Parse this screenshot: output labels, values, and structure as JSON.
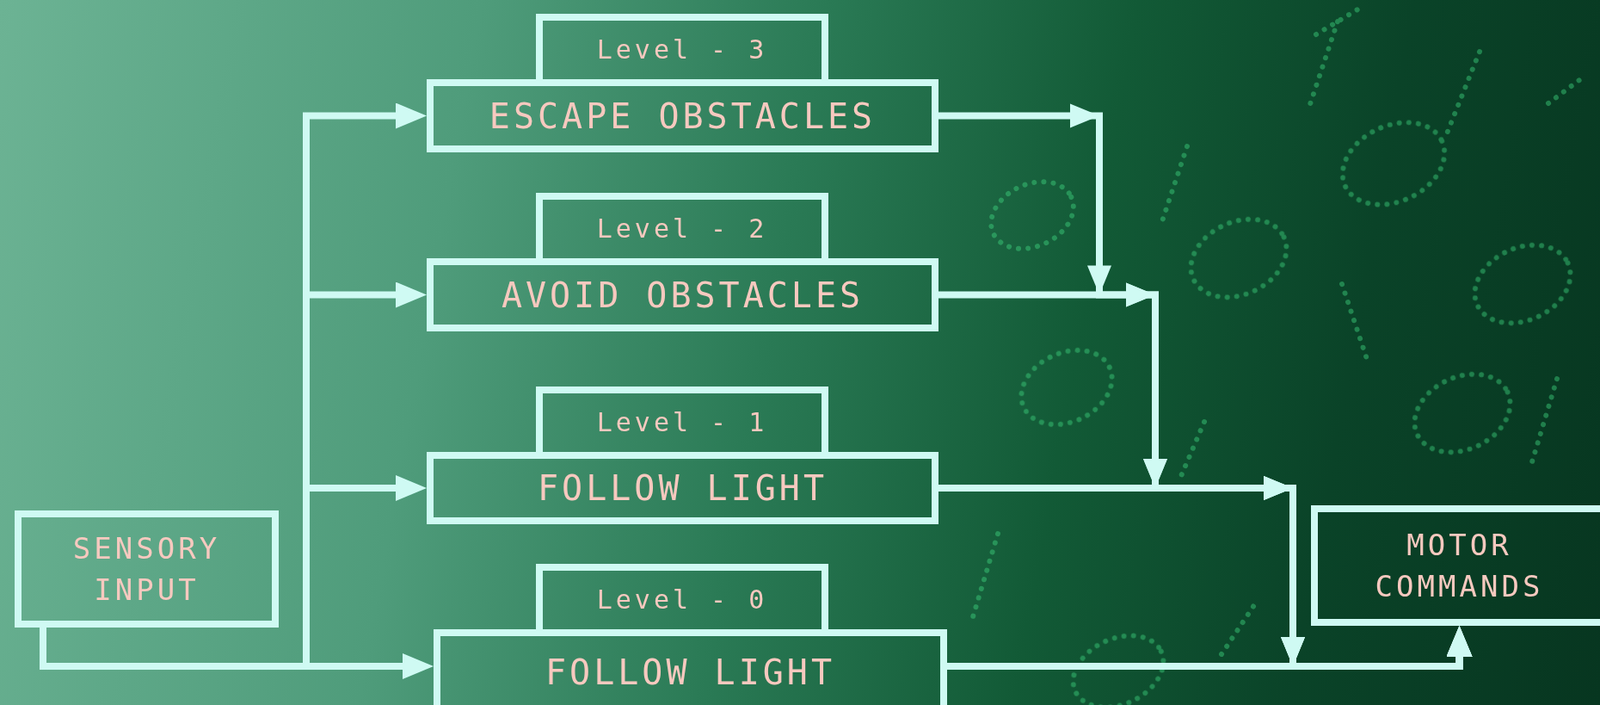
{
  "diagram": {
    "nodes": [
      {
        "text": [
          "SENSORY INPUT"
        ]
      },
      {
        "text": [
          "Level - 3"
        ]
      },
      {
        "text": [
          "ESCAPE OBSTACLES"
        ]
      },
      {
        "text": [
          "Level - 2"
        ]
      },
      {
        "text": [
          "AVOID OBSTACLES"
        ]
      },
      {
        "text": [
          "Level - 1"
        ]
      },
      {
        "text": [
          "FOLLOW LIGHT"
        ]
      },
      {
        "text": [
          "Level - 0"
        ]
      },
      {
        "text": [
          "FOLLOW LIGHT"
        ]
      },
      {
        "text": [
          "MOTOR COMMANDS"
        ]
      }
    ],
    "edges": [
      {
        "from": 0,
        "to": 2,
        "arrow": "to"
      },
      {
        "from": 0,
        "to": 4,
        "arrow": "to"
      },
      {
        "from": 0,
        "to": 6,
        "arrow": "to"
      },
      {
        "from": 0,
        "to": 8,
        "arrow": "to"
      },
      {
        "from": 2,
        "to": 9,
        "arrow": "to"
      },
      {
        "from": 4,
        "to": 9,
        "arrow": "to"
      },
      {
        "from": 6,
        "to": 9,
        "arrow": "to"
      },
      {
        "from": 8,
        "to": 9,
        "arrow": "to"
      }
    ]
  }
}
